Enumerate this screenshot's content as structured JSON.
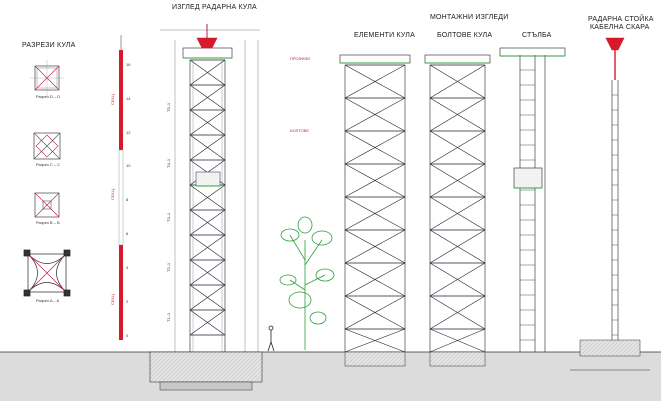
{
  "titles": {
    "section_view": "РАЗРЕЗИ КУЛА",
    "radar_tower_view": "ИЗГЛЕД РАДАРНА КУЛА",
    "assembly_views": "МОНТАЖНИ ИЗГЛЕДИ",
    "tower_elements": "ЕЛЕМЕНТИ КУЛА",
    "bolted_tower": "БОЛТОВЕ КУЛА",
    "stairs": "СТЪЛБА",
    "radar_pole": "РАДАРНА СТОЙКА",
    "cable_ladder": "КАБЕЛНА СКАРА"
  },
  "section_labels": [
    "Разрез D – D",
    "Разрез C – C",
    "Разрез B – B",
    "Разрез A – A"
  ],
  "scale_labels": {
    "top": "СЕКЦ.",
    "middle": "СЕКЦ.",
    "lower": "СЕКЦ."
  },
  "scale_ticks": [
    "16",
    "14",
    "12",
    "10",
    "8",
    "6",
    "4",
    "2",
    "0"
  ],
  "tower_sections": [
    "T5–1",
    "T4–1",
    "T3–1",
    "T2–1",
    "T1–1"
  ],
  "legend_heads": [
    "ПРОФИЛИ",
    "БОЛТОВЕ"
  ],
  "colors": {
    "accent": "#d6192b",
    "line": "#1c2430",
    "green": "#2f9e3a",
    "ground": "#cfcfcf"
  }
}
